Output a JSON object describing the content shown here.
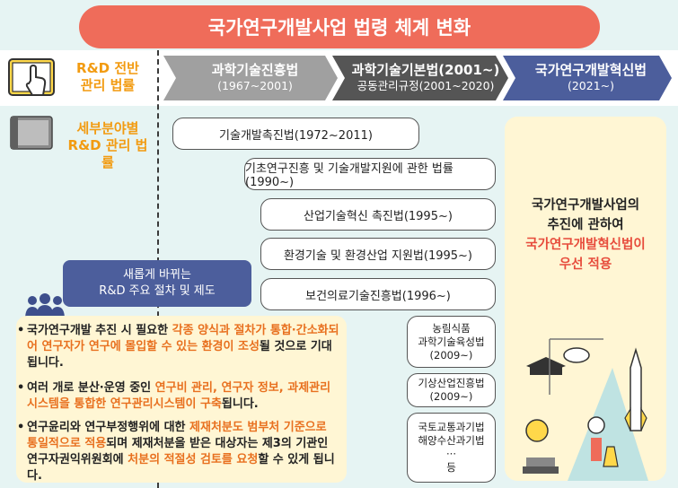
{
  "title": "국가연구개발사업 법령 체계 변화",
  "general": {
    "line1": "R&D 전반",
    "line2": "관리 법률"
  },
  "specific": {
    "line1": "세부분야별",
    "line2": "R&D 관리 법률"
  },
  "stages": [
    {
      "name": "과학기술진흥법",
      "period": "(1967~2001)"
    },
    {
      "name": "과학기술기본법(2001~)",
      "period": "공동관리규정(2001~2020)"
    },
    {
      "name": "국가연구개발혁신법",
      "period": "(2021~)"
    }
  ],
  "laws": [
    "기술개발촉진법(1972~2011)",
    "기초연구진흥 및 기술개발지원에 관한 법률(1990~)",
    "산업기술혁신 촉진법(1995~)",
    "환경기술 및 환경산업 지원법(1995~)",
    "보건의료기술진흥법(1996~)"
  ],
  "small_laws": [
    [
      "농림식품",
      "과학기술육성법",
      "(2009~)"
    ],
    [
      "기상산업진흥법",
      "(2009~)"
    ],
    [
      "국토교통과기법",
      "해양수산과기법",
      "···",
      "등"
    ]
  ],
  "right": {
    "line1": "국가연구개발사업의",
    "line2": "추진에 관하여",
    "hl1": "국가연구개발혁신법이",
    "hl2": "우선 적용"
  },
  "bubble": {
    "line1": "새롭게 바뀌는",
    "line2": "R&D 주요 절차 및 제도"
  },
  "bullets": [
    {
      "a": "국가연구개발 추진 시 필요한 ",
      "b": "각종 양식과 절차가 통합·간소화되어 연구자가 연구에 몰입할 수 있는 환경이 조성",
      "c": "될 것으로 기대됩니다."
    },
    {
      "a": "여러 개로 분산·운영 중인 ",
      "b": "연구비 관리, 연구자 정보, 과제관리 시스템을 통합한 연구관리시스템이 구축",
      "c": "됩니다."
    },
    {
      "a": "연구윤리와 연구부정행위에 대한 ",
      "b": "제재처분도 범부처 기준으로 통일적으로 적용",
      "c": "되며 제재처분을 받은 대상자는 제3의 기관인 연구자권익위원회에 ",
      "d": "처분의 적절성 검토를 요청",
      "e": "할 수 있게 됩니다."
    }
  ],
  "colors": {
    "title_bg": "#ef6c5a",
    "stage1": "#a0a0a0",
    "stage2": "#555555",
    "stage3": "#4c5e9c",
    "highlight": "#e74c3c",
    "accent": "#f29b11"
  }
}
